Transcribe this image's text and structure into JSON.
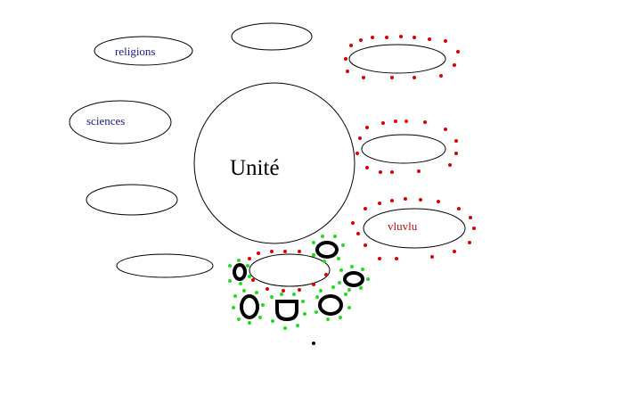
{
  "diagram": {
    "center_label": "Unité",
    "labels": {
      "religions": "religions",
      "sciences": "sciences",
      "vluvlu": "vluvlu"
    },
    "colors": {
      "outline": "#000000",
      "blue_text": "#1a1a8c",
      "red_text": "#b01010",
      "red_dot": "#dd0000",
      "green_dot": "#22dd22"
    }
  }
}
